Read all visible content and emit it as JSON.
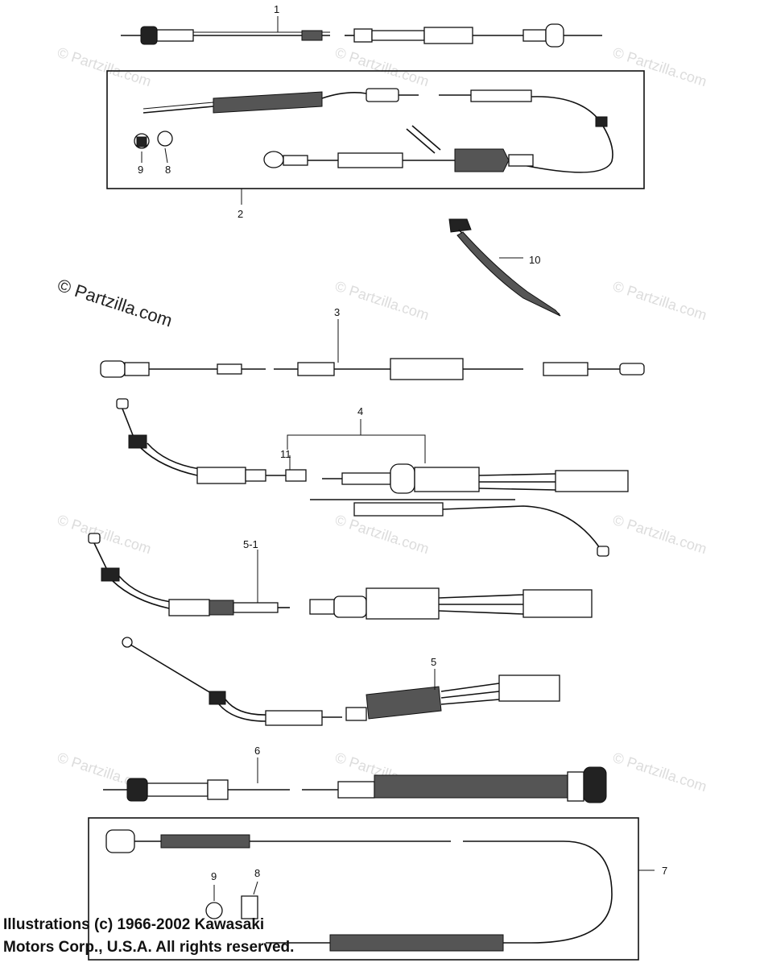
{
  "watermark": {
    "text": "© Partzilla.com"
  },
  "labels": {
    "p1": "1",
    "p2": "2",
    "p3": "3",
    "p4": "4",
    "p5": "5",
    "p5_1": "5-1",
    "p6": "6",
    "p7": "7",
    "p8a": "8",
    "p9a": "9",
    "p8b": "8",
    "p9b": "9",
    "p10": "10",
    "p11": "11"
  },
  "copyright": {
    "line1": "Illustrations (c) 1966-2002 Kawasaki",
    "line2": "Motors Corp., U.S.A.  All rights reserved."
  }
}
